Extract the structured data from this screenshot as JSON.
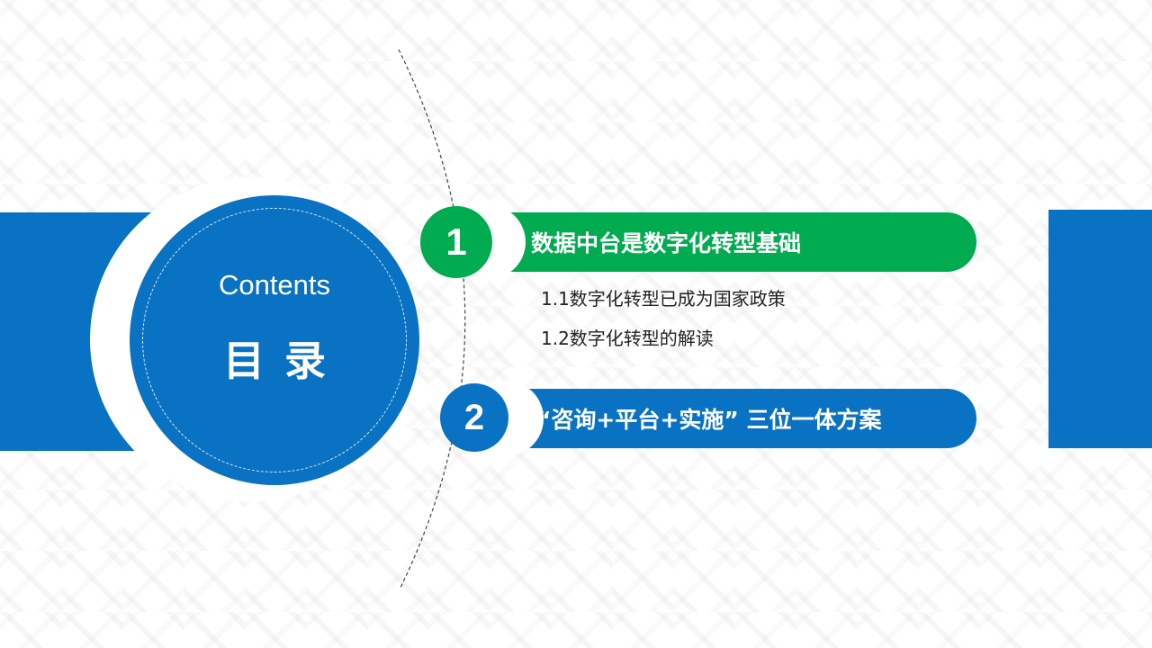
{
  "slide": {
    "title_en": "Contents",
    "title_cn": "目录",
    "colors": {
      "primary_blue": "#0a72c2",
      "accent_green": "#00ac4f",
      "background": "#ffffff",
      "subtext": "#222222"
    }
  },
  "sections": [
    {
      "number": "1",
      "title": "数据中台是数字化转型基础",
      "color": "#00ac4f",
      "subitems": [
        "1.1数字化转型已成为国家政策",
        "1.2数字化转型的解读"
      ]
    },
    {
      "number": "2",
      "title": "“咨询+平台+实施” 三位一体方案",
      "color": "#0a72c2",
      "subitems": []
    }
  ]
}
